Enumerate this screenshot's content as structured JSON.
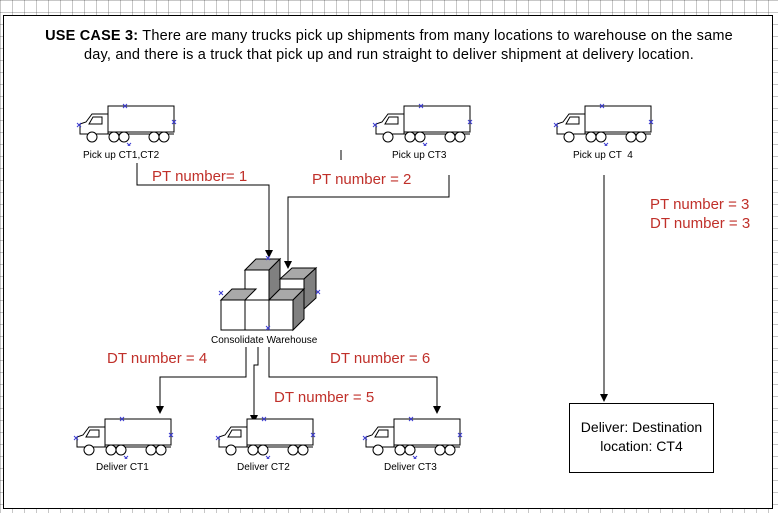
{
  "title": {
    "prefix": "USE CASE 3:",
    "line1": "There are many trucks pick up shipments from many locations to warehouse on the same",
    "line2": "day, and there is a truck that pick up and run straight to deliver shipment at delivery location."
  },
  "nodes": {
    "pickup_1": "Pick up CT1,CT2",
    "pickup_2": "Pick up CT3",
    "pickup_3": "Pick up CT  4",
    "warehouse": "Consolidate Warehouse",
    "deliver_1": "Deliver CT1",
    "deliver_2": "Deliver CT2",
    "deliver_3": "Deliver CT3",
    "destination_line1": "Deliver: Destination",
    "destination_line2": "location: CT4"
  },
  "edge_labels": {
    "pt1": "PT number= 1",
    "pt2": "PT number = 2",
    "pt3": "PT number = 3",
    "dt3": "DT number = 3",
    "dt4": "DT number = 4",
    "dt5": "DT number = 5",
    "dt6": "DT number = 6"
  },
  "colors": {
    "label_red": "#c0302a",
    "connector_blue": "#3a3ad0",
    "line": "#000000"
  },
  "icons": {
    "truck": "truck-icon",
    "warehouse": "boxes-warehouse-icon"
  }
}
